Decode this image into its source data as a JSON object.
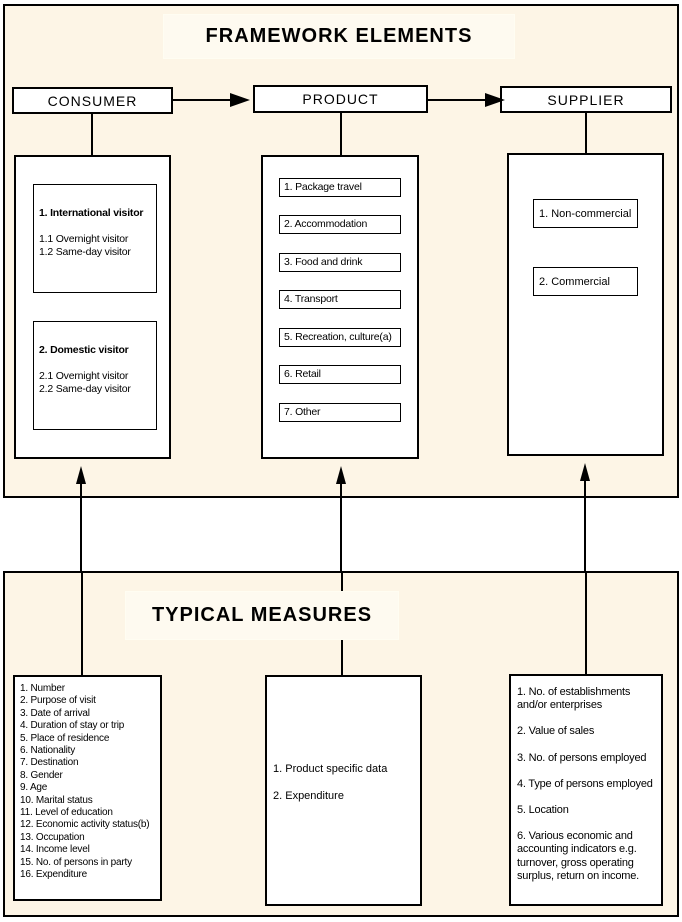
{
  "colors": {
    "panel_background": "#FDF5E6",
    "title_box_background": "#FEFAF0",
    "box_background": "#FFFFFF",
    "line_color": "#000000",
    "text_color": "#000000"
  },
  "framework": {
    "title": "FRAMEWORK ELEMENTS",
    "consumer": {
      "header": "CONSUMER",
      "groups": [
        {
          "heading": "1. International visitor",
          "items": [
            "1.1 Overnight visitor",
            "1.2 Same-day visitor"
          ]
        },
        {
          "heading": "2. Domestic visitor",
          "items": [
            "2.1 Overnight visitor",
            "2.2 Same-day visitor"
          ]
        }
      ]
    },
    "product": {
      "header": "PRODUCT",
      "items": [
        "1. Package travel",
        "2. Accommodation",
        "3. Food and drink",
        "4. Transport",
        "5. Recreation, culture(a)",
        "6. Retail",
        "7. Other"
      ]
    },
    "supplier": {
      "header": "SUPPLIER",
      "items": [
        "1. Non-commercial",
        "2. Commercial"
      ]
    }
  },
  "measures": {
    "title": "TYPICAL MEASURES",
    "consumer_list": [
      "1. Number",
      "2. Purpose of visit",
      "3. Date of arrival",
      "4. Duration of stay or trip",
      "5. Place of residence",
      "6. Nationality",
      "7. Destination",
      "8. Gender",
      "9. Age",
      "10. Marital status",
      "11. Level of education",
      "12. Economic activity status(b)",
      "13. Occupation",
      "14. Income level",
      "15. No. of persons in party",
      "16. Expenditure"
    ],
    "product_list": [
      "1. Product specific data",
      "2. Expenditure"
    ],
    "supplier_list": [
      "1. No. of establishments and/or enterprises",
      "2. Value of sales",
      "3. No. of persons employed",
      "4. Type of persons employed",
      "5. Location",
      "6. Various economic and accounting indicators e.g. turnover, gross operating surplus, return on income."
    ]
  }
}
